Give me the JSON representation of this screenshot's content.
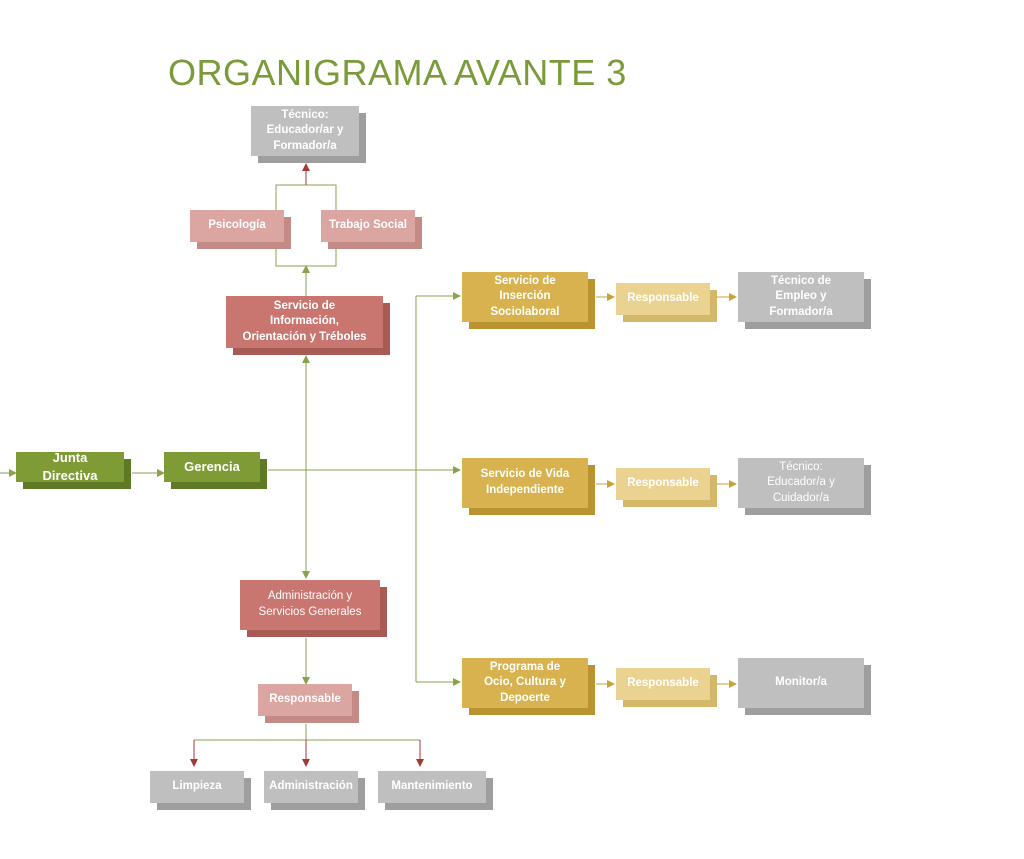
{
  "title": "ORGANIGRAMA AVANTE 3",
  "colors": {
    "title": "#7b9a3a",
    "green": "#7f9b35",
    "green_side": "#5f7a24",
    "dark_red": "#c97570",
    "dark_red_side": "#a85a55",
    "light_red": "#dba5a2",
    "light_red_side": "#c48a86",
    "gold": "#d7b24f",
    "gold_side": "#b8932f",
    "light_gold": "#ead290",
    "light_gold_side": "#d3b869",
    "gray": "#bfbfbf",
    "gray_side": "#9e9e9e",
    "line_green": "#8aa14f",
    "arrow_red": "#a33a35",
    "arrow_gold": "#c9a23a"
  },
  "nodes": {
    "junta": "Junta Directiva",
    "gerencia": "Gerencia",
    "tecnico_educador": "Técnico:\nEducador/ar y\nFormador/a",
    "psicologia": "Psicología",
    "trabajo_social": "Trabajo Social",
    "servicio_info": "Servicio de\nInformación,\nOrientación y Tréboles",
    "admin_servicios": "Administración y\nServicios Generales",
    "responsable_admin": "Responsable",
    "limpieza": "Limpieza",
    "administracion": "Administración",
    "mantenimiento": "Mantenimiento",
    "servicio_insercion": "Servicio de\nInserción\nSociolaboral",
    "responsable_insercion": "Responsable",
    "tecnico_empleo": "Técnico  de\nEmpleo y\nFormador/a",
    "servicio_vida": "Servicio de Vida\nIndependiente",
    "responsable_vida": "Responsable",
    "tecnico_cuidador": "Técnico:\nEducador/a y\nCuidador/a",
    "programa_ocio": "Programa de\nOcio, Cultura y\nDepoerte",
    "responsable_ocio": "Responsable",
    "monitor": "Monitor/a"
  }
}
